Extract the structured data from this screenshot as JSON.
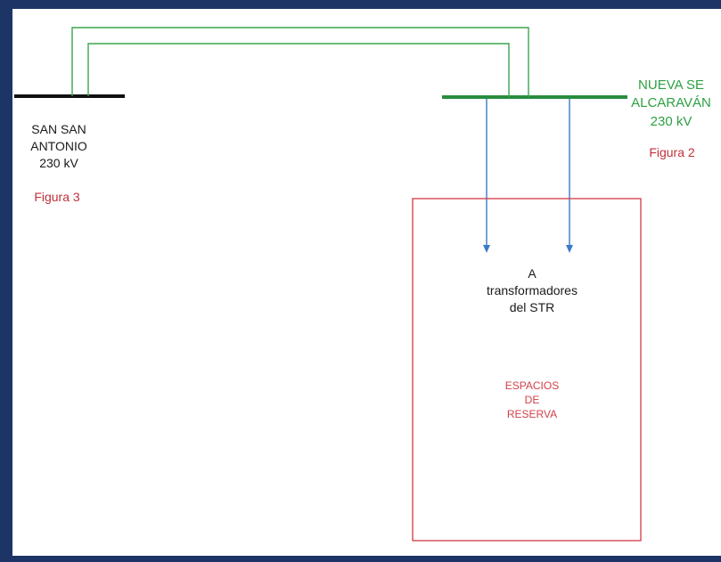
{
  "bus_left": {
    "name_line1": "SAN SAN",
    "name_line2": "ANTONIO",
    "voltage": "230 kV",
    "figure_ref": "Figura 3"
  },
  "bus_right": {
    "name_line1": "NUEVA SE",
    "name_line2": "ALCARAVÁN",
    "voltage": "230 kV",
    "figure_ref": "Figura 2"
  },
  "destination": {
    "line1": "A",
    "line2": "transformadores",
    "line3": "del STR"
  },
  "reserve": {
    "line1": "ESPACIOS",
    "line2": "DE",
    "line3": "RESERVA"
  },
  "colors": {
    "left_bus": "#111111",
    "right_bus": "#2a8c3e",
    "lines": "#3aa64d",
    "arrows": "#3a7bc8",
    "reserve_box": "#d23a44",
    "frame": "#1c3566"
  }
}
